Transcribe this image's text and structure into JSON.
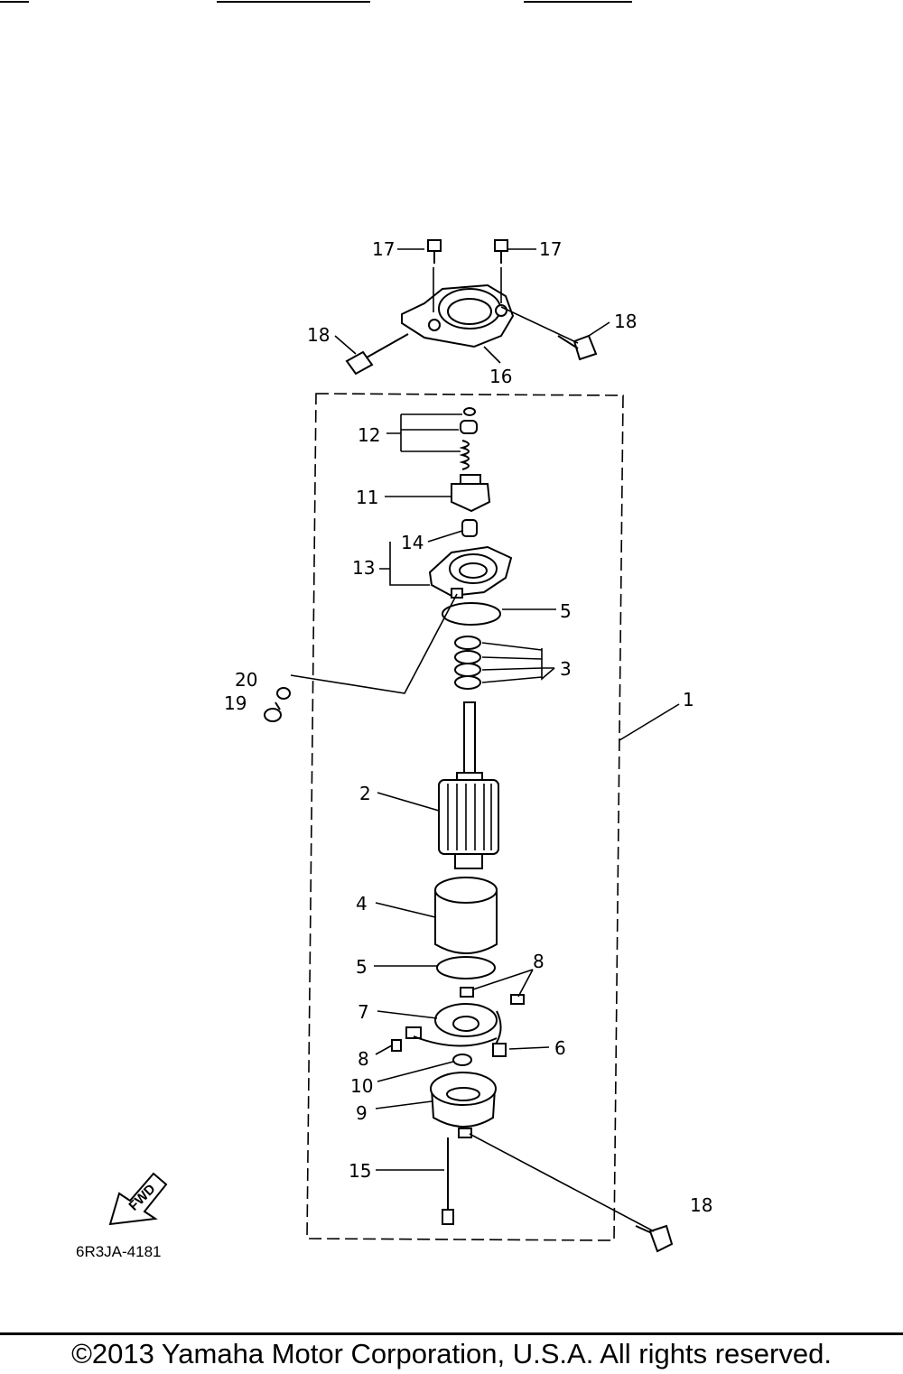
{
  "diagram_code": "6R3JA-4181",
  "fwd_label": "FWD",
  "copyright": "©2013 Yamaha Motor Corporation, U.S.A. All rights reserved.",
  "callouts": {
    "c17a": "17",
    "c17b": "17",
    "c18a": "18",
    "c18b": "18",
    "c16": "16",
    "c12": "12",
    "c11": "11",
    "c14": "14",
    "c13": "13",
    "c5a": "5",
    "c3": "3",
    "c20": "20",
    "c19": "19",
    "c1": "1",
    "c2": "2",
    "c4": "4",
    "c5b": "5",
    "c8a": "8",
    "c7": "7",
    "c6": "6",
    "c8b": "8",
    "c10": "10",
    "c9": "9",
    "c15": "15",
    "c18c": "18"
  }
}
